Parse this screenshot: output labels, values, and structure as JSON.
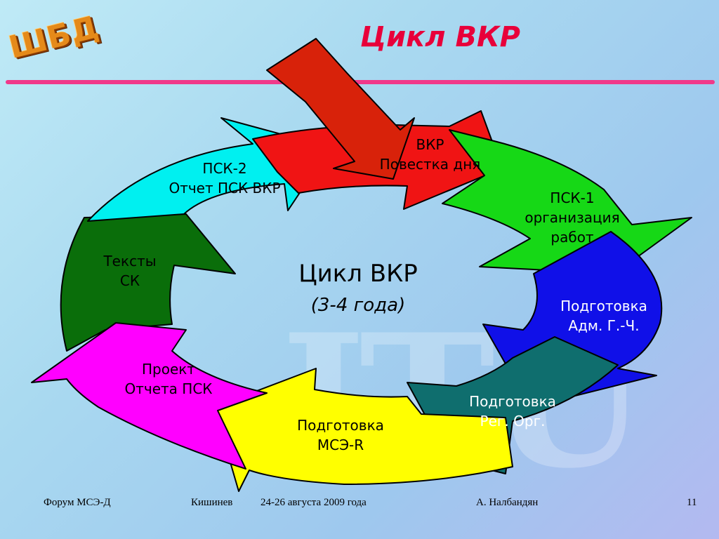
{
  "logo": "ШБД",
  "title": "Цикл ВКР",
  "center": {
    "title": "Цикл ВКР",
    "subtitle": "(3-4 года)"
  },
  "segments": [
    {
      "id": "vkr",
      "line1": "ВКР",
      "line2": "Повестка дня",
      "line3": "",
      "color": "#f01414"
    },
    {
      "id": "psk1",
      "line1": "ПСК-1",
      "line2": "организация",
      "line3": "работ",
      "color": "#16d816"
    },
    {
      "id": "adm",
      "line1": "Подготовка",
      "line2": "Адм. Г.-Ч.",
      "line3": "",
      "color": "#1010e8"
    },
    {
      "id": "reg",
      "line1": "Подготовка",
      "line2": "Рег. Орг.",
      "line3": "",
      "color": "#0f6e6e"
    },
    {
      "id": "mse",
      "line1": "Подготовка",
      "line2": "МСЭ-R",
      "line3": "",
      "color": "#ffff00"
    },
    {
      "id": "proj",
      "line1": "Проект",
      "line2": "Отчета ПСК",
      "line3": "",
      "color": "#ff00ff"
    },
    {
      "id": "sk",
      "line1": "Тексты",
      "line2": "СК",
      "line3": "",
      "color": "#0a6e0a"
    },
    {
      "id": "psk2",
      "line1": "ПСК-2",
      "line2": "Отчет ПСК ВКР",
      "line3": "",
      "color": "#00f0f0"
    }
  ],
  "entry_arrow_color": "#d8220a",
  "footer": {
    "forum": "Форум МСЭ-Д",
    "city": "Кишинев",
    "dates": "24-26 августа 2009 года",
    "author": "А. Налбандян",
    "page": "11"
  }
}
